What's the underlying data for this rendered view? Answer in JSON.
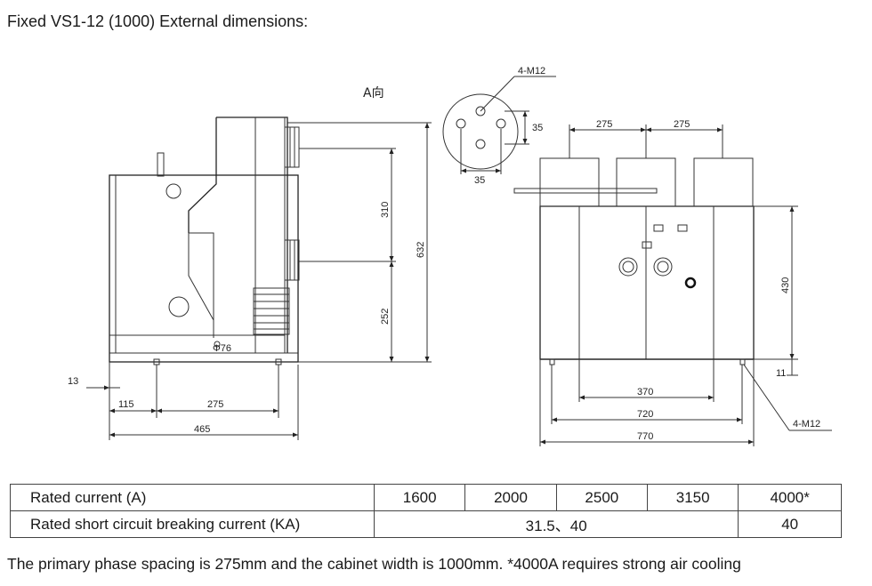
{
  "title": "Fixed VS1-12 (1000) External dimensions:",
  "drawing": {
    "view_label": "A向",
    "left_view": {
      "d13": "13",
      "d115": "115",
      "d275": "275",
      "d465": "465",
      "d76": "Φ76",
      "d310": "310",
      "d252": "252",
      "d632": "632"
    },
    "terminal_detail": {
      "bolt_label": "4-M12",
      "d35_v": "35",
      "d35_h": "35"
    },
    "front_view": {
      "d275a": "275",
      "d275b": "275",
      "d430": "430",
      "d11": "11",
      "d370": "370",
      "d720": "720",
      "d770": "770",
      "bolt_label": "4-M12"
    }
  },
  "table": {
    "row1_label": "Rated current (A)",
    "currents": [
      "1600",
      "2000",
      "2500",
      "3150",
      "4000*"
    ],
    "row2_label": "Rated short circuit breaking current (KA)",
    "breaking_main": "31.5、40",
    "breaking_last": "40"
  },
  "note": "The primary phase spacing is 275mm and the cabinet width is 1000mm. *4000A requires strong air cooling"
}
